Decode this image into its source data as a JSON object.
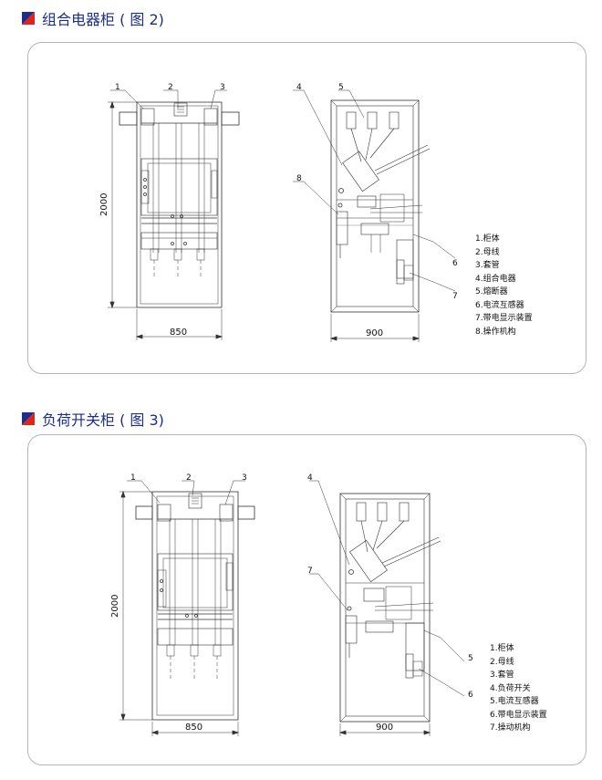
{
  "sections": [
    {
      "title": "组合电器柜 ( 图 2)",
      "front": {
        "callouts": [
          "1",
          "2",
          "3"
        ],
        "width_label": "850",
        "height_label": "2000"
      },
      "side": {
        "callouts": [
          "4",
          "5",
          "8",
          "6",
          "7"
        ],
        "width_label": "900"
      },
      "legend": [
        "1.柜体",
        "2.母线",
        "3.套管",
        "4.组合电器",
        "5.熔断器",
        "6.电流互感器",
        "7.带电显示装置",
        "8.操作机构"
      ]
    },
    {
      "title": "负荷开关柜 ( 图 3)",
      "front": {
        "callouts": [
          "1",
          "2",
          "3"
        ],
        "width_label": "850",
        "height_label": "2000"
      },
      "side": {
        "callouts": [
          "4",
          "7",
          "5",
          "6"
        ],
        "width_label": "900"
      },
      "legend": [
        "1.柜体",
        "2.母线",
        "3.套管",
        "4.负荷开关",
        "5.电流互感器",
        "6.带电显示装置",
        "7.操动机构"
      ]
    }
  ],
  "colors": {
    "title": "#1d2f8a",
    "mark_red": "#e2231a",
    "mark_blue": "#1d2f8a",
    "panel_border": "#b5b5b5"
  }
}
